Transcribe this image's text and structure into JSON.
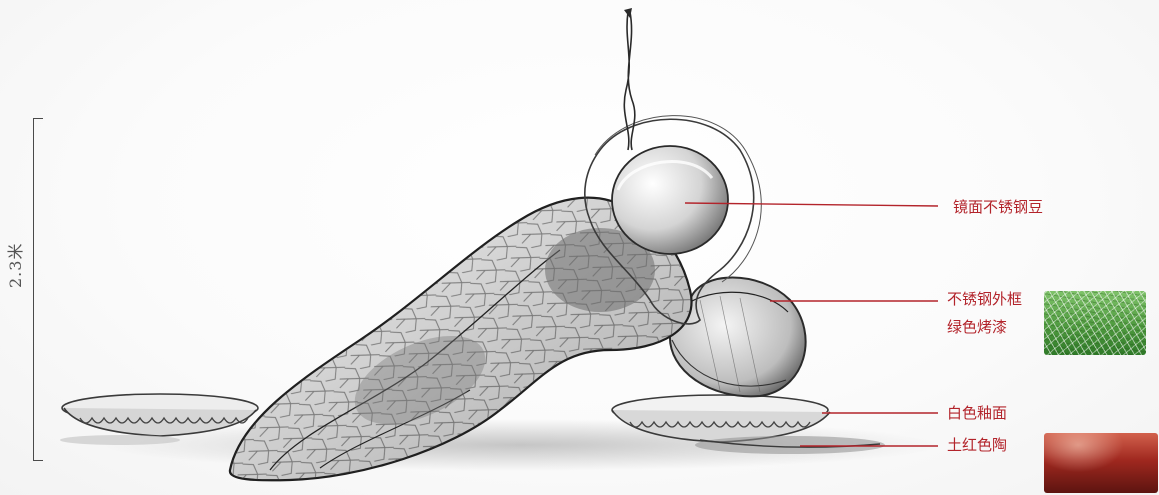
{
  "scale": {
    "height_label": "2.3米"
  },
  "annotations": {
    "mirror_bean": "镜面不锈钢豆",
    "frame": "不锈钢外框",
    "paint": "绿色烤漆",
    "glaze": "白色釉面",
    "clay": "土红色陶"
  },
  "colors": {
    "annotation_text": "#b3242b",
    "leader_line": "#b3242b",
    "green_swatch": "#4f9a3f",
    "clay_swatch": "#a0281f"
  },
  "icons": {
    "green_paint_sample": "green-crackle-texture",
    "clay_sample": "red-clay-pot-texture"
  }
}
